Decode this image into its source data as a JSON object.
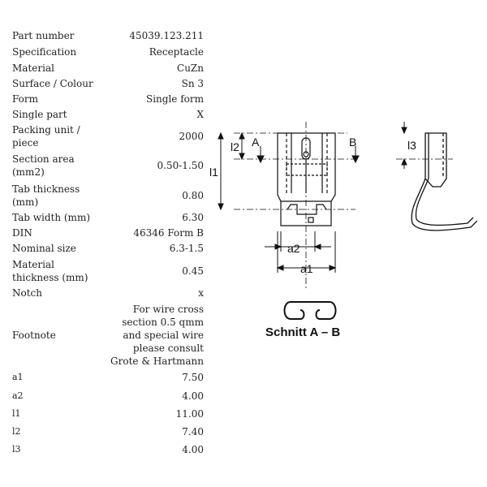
{
  "specs": [
    {
      "key": "Part number",
      "value": "45039.123.211"
    },
    {
      "key": "Specification",
      "value": "Receptacle"
    },
    {
      "key": "Material",
      "value": "CuZn"
    },
    {
      "key": "Surface / Colour",
      "value": "Sn 3"
    },
    {
      "key": "Form",
      "value": "Single form"
    },
    {
      "key": "Single part",
      "value": "X"
    },
    {
      "key": "Packing unit / piece",
      "value": "2000"
    },
    {
      "key": "Section area (mm2)",
      "value": "0.50-1.50"
    },
    {
      "key": "Tab thickness (mm)",
      "value": "0.80"
    },
    {
      "key": "Tab width (mm)",
      "value": "6.30"
    },
    {
      "key": "DIN",
      "value": "46346 Form B"
    },
    {
      "key": "Nominal size",
      "value": "6.3-1.5"
    },
    {
      "key": "Material thickness (mm)",
      "value": "0.45"
    },
    {
      "key": "Notch",
      "value": "x"
    },
    {
      "key": "Footnote",
      "value": "For wire cross section 0.5 qmm and special wire please consult Grote & Hartmann"
    },
    {
      "key": "a1",
      "value": "7.50"
    },
    {
      "key": "a2",
      "value": "4.00"
    },
    {
      "key": "l1",
      "value": "11.00"
    },
    {
      "key": "l2",
      "value": "7.40"
    },
    {
      "key": "l3",
      "value": "4.00"
    }
  ],
  "drawing": {
    "labels": {
      "a_arrow": "A",
      "b_arrow": "B",
      "l1": "l1",
      "l2": "l2",
      "l3": "l3",
      "a1": "a1",
      "a2": "a2"
    },
    "caption": "Schnitt   A – B"
  }
}
